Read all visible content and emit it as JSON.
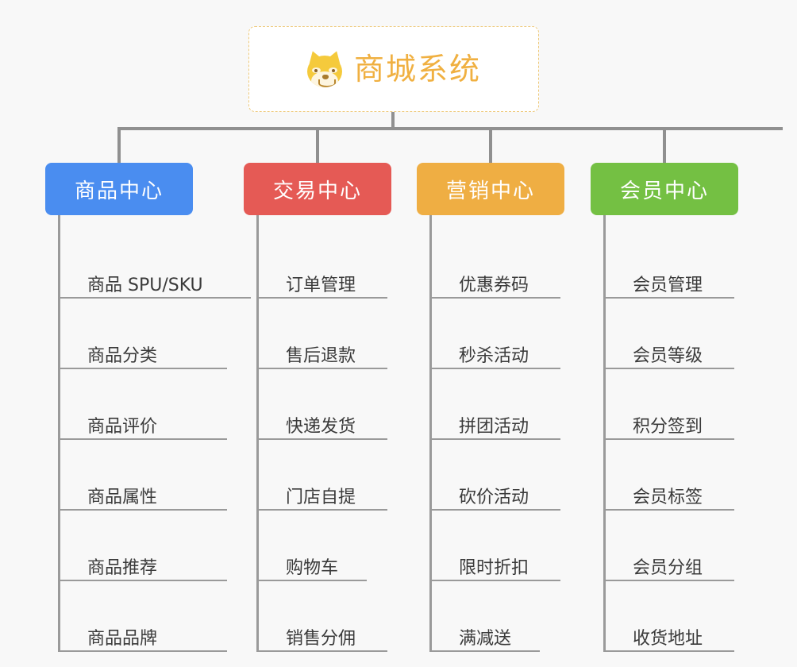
{
  "root": {
    "title": "商城系统",
    "icon": "shiba-inu-icon",
    "border_color": "#eec97a",
    "text_color": "#f0b041",
    "background": "#ffffff"
  },
  "canvas": {
    "background": "#f8f8f8",
    "connector_color": "#909090"
  },
  "columns": [
    {
      "id": "product-center",
      "header": "商品中心",
      "color": "#4a8df0",
      "items": [
        "商品 SPU/SKU",
        "商品分类",
        "商品评价",
        "商品属性",
        "商品推荐",
        "商品品牌"
      ]
    },
    {
      "id": "trade-center",
      "header": "交易中心",
      "color": "#e55a55",
      "items": [
        "订单管理",
        "售后退款",
        "快递发货",
        "门店自提",
        "购物车",
        "销售分佣"
      ]
    },
    {
      "id": "marketing-center",
      "header": "营销中心",
      "color": "#efae43",
      "items": [
        "优惠券码",
        "秒杀活动",
        "拼团活动",
        "砍价活动",
        "限时折扣",
        "满减送"
      ]
    },
    {
      "id": "member-center",
      "header": "会员中心",
      "color": "#74c043",
      "items": [
        "会员管理",
        "会员等级",
        "积分签到",
        "会员标签",
        "会员分组",
        "收货地址"
      ]
    }
  ]
}
